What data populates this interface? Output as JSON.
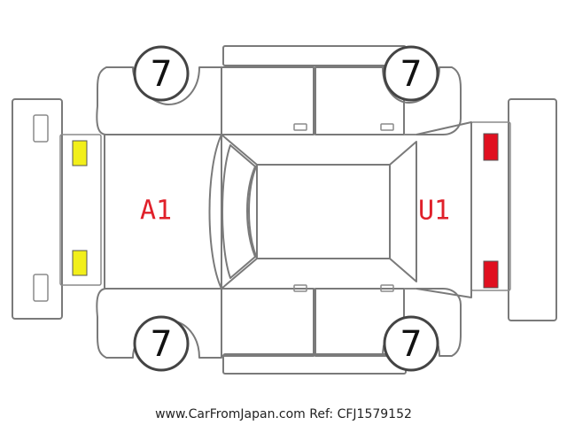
{
  "tires": {
    "front_left": "7",
    "rear_left": "7",
    "front_right": "7",
    "rear_right": "7"
  },
  "damage_codes": {
    "front": "A1",
    "rear": "U1"
  },
  "marker_colors": {
    "front": "#f2ef1a",
    "rear": "#e01020"
  },
  "watermark": "www.CarFromJapan.com Ref: CFJ1579152"
}
